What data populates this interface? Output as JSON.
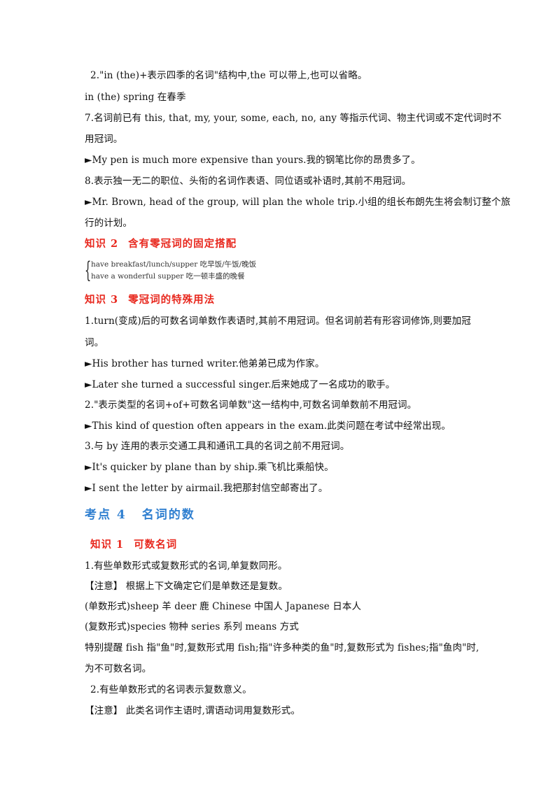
{
  "lines": {
    "l1": "2.\"in (the)+表示四季的名词\"结构中,the 可以带上,也可以省略。",
    "l2": "in (the) spring  在春季",
    "l3": "7.名词前已有 this, that, my, your, some, each, no, any 等指示代词、物主代词或不定代词时不",
    "l4": "用冠词。",
    "l5": "►My pen is much more expensive than yours.我的钢笔比你的昂贵多了。",
    "l6": "8.表示独一无二的职位、头衔的名词作表语、同位语或补语时,其前不用冠词。",
    "l7": "►Mr. Brown, head of the group, will plan the whole trip.小组的组长布朗先生将会制订整个旅",
    "l8": "行的计划。"
  },
  "k2": {
    "label": "知识 2",
    "title": "含有零冠词的固定搭配"
  },
  "brace": {
    "line1": "have breakfast/lunch/supper 吃早饭/午饭/晚饭",
    "line2": "have a wonderful supper 吃一顿丰盛的晚餐"
  },
  "k3": {
    "label": "知识 3",
    "title": "零冠词的特殊用法"
  },
  "k3lines": {
    "a1": "1.turn(变成)后的可数名词单数作表语时,其前不用冠词。但名词前若有形容词修饰,则要加冠",
    "a2": "词。",
    "a3": "►His brother has turned writer.他弟弟已成为作家。",
    "a4": "►Later she turned a successful singer.后来她成了一名成功的歌手。",
    "a5": "2.\"表示类型的名词+of+可数名词单数\"这一结构中,可数名词单数前不用冠词。",
    "a6": "►This kind of question often appears in the exam.此类问题在考试中经常出现。",
    "a7": "3.与 by  连用的表示交通工具和通讯工具的名词之前不用冠词。",
    "a8": "►It's quicker by plane than by ship.乘飞机比乘船快。",
    "a9": "►I sent the letter by airmail.我把那封信空邮寄出了。"
  },
  "kd4": {
    "label": "考点 4",
    "title": "名词的数"
  },
  "k1": {
    "label": "知识 1",
    "title": "可数名词"
  },
  "k1lines": {
    "b1": "1.有些单数形式或复数形式的名词,单复数同形。",
    "b2": "【注意】   根据上下文确定它们是单数还是复数。",
    "b3": "(单数形式)sheep 羊        deer 鹿        Chinese 中国人    Japanese 日本人",
    "b4": "(复数形式)species 物种     series 系列     means 方式",
    "b5": "特别提醒    fish 指\"鱼\"时,复数形式用 fish;指\"许多种类的鱼\"时,复数形式为 fishes;指\"鱼肉\"时,",
    "b6": "为不可数名词。",
    "b7": "2.有些单数形式的名词表示复数意义。",
    "b8": "【注意】    此类名词作主语时,谓语动词用复数形式。"
  },
  "colors": {
    "red_heading": "#e8281e",
    "blue_heading": "#2f7fd0"
  }
}
